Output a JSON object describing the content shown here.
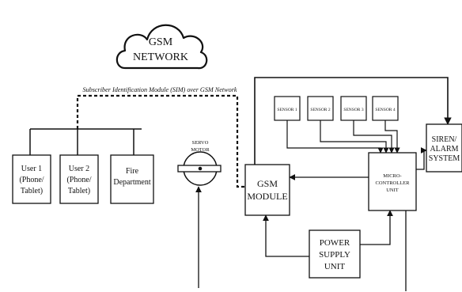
{
  "cloud": {
    "line1": "GSM",
    "line2": "NETWORK"
  },
  "sim_caption": "Subscriber Identification Module (SIM) over GSM Network",
  "users": [
    {
      "line1": "User 1",
      "line2": "(Phone/",
      "line3": "Tablet)"
    },
    {
      "line1": "User 2",
      "line2": "(Phone/",
      "line3": "Tablet)"
    },
    {
      "line1": "Fire",
      "line2": "Department"
    }
  ],
  "servo": {
    "line1": "SERVO",
    "line2": "MOTOR"
  },
  "gsm_module": {
    "line1": "GSM",
    "line2": "MODULE"
  },
  "sensors": [
    "SENSOR 1",
    "SENSOR 2",
    "SENSOR 3",
    "SENSOR 4"
  ],
  "microcontroller": {
    "line1": "MICRO-",
    "line2": "CONTROLLER",
    "line3": "UNIT"
  },
  "siren": {
    "line1": "SIREN/",
    "line2": "ALARM",
    "line3": "SYSTEM"
  },
  "power": {
    "line1": "POWER",
    "line2": "SUPPLY",
    "line3": "UNIT"
  }
}
